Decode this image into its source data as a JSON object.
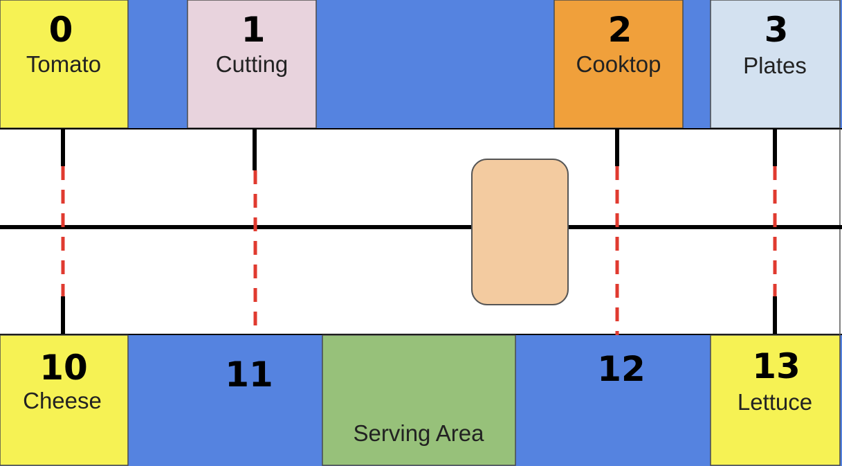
{
  "colors": {
    "counter": "#5583e0",
    "tomato": "#f6f254",
    "cutting": "#e8d3dd",
    "cooktop": "#f0a03b",
    "plates": "#d3e1f0",
    "cheese": "#f6f254",
    "lettuce": "#f6f254",
    "serving": "#97c17a",
    "robot": "#f3cba0",
    "track": "#000000",
    "dash": "#e03a2f"
  },
  "top_stations": [
    {
      "id": "0",
      "label": "Tomato",
      "color_key": "tomato",
      "icon": "ingredient-source"
    },
    {
      "id": "1",
      "label": "Cutting",
      "color_key": "cutting",
      "icon": "cutting-board"
    },
    {
      "id": "2",
      "label": "Cooktop",
      "color_key": "cooktop",
      "icon": "stove"
    },
    {
      "id": "3",
      "label": "Plates",
      "color_key": "plates",
      "icon": "plate-stack"
    }
  ],
  "bottom_stations": [
    {
      "id": "10",
      "label": "Cheese",
      "color_key": "cheese",
      "icon": "ingredient-source"
    },
    {
      "id": "11",
      "label": "",
      "color_key": "counter",
      "icon": "counter"
    },
    {
      "id": "12",
      "label": "",
      "color_key": "counter",
      "icon": "counter"
    },
    {
      "id": "13",
      "label": "Lettuce",
      "color_key": "lettuce",
      "icon": "ingredient-source"
    }
  ],
  "serving_area": {
    "label": "Serving Area"
  },
  "robot": {
    "icon": "robot-body"
  }
}
